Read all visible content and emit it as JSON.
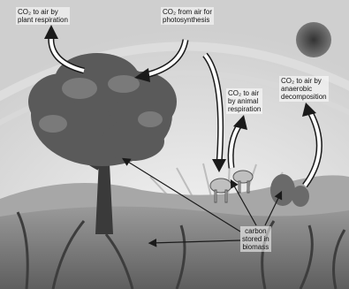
{
  "labels": {
    "plant_respiration": {
      "line1": "CO₂ to air by",
      "line2": "plant respiration"
    },
    "photosynthesis": {
      "line1": "CO₂ from air for",
      "line2": "photosynthesis"
    },
    "animal_respiration": {
      "line1": "CO₂ to air",
      "line2": "by animal",
      "line3": "respiration"
    },
    "anaerobic_decomposition": {
      "line1": "CO₂ to air by",
      "line2": "anaerobic",
      "line3": "decomposition"
    },
    "carbon_biomass": {
      "line1": "carbon",
      "line2": "stored in",
      "line3": "biomass"
    }
  },
  "colors": {
    "sky": "#e6e6e6",
    "ground": "#8a8a8a",
    "tree_canopy": "#5a5a5a",
    "trunk": "#3a3a3a",
    "arrow": "#1a1a1a",
    "sun": "#4a4a4a"
  }
}
